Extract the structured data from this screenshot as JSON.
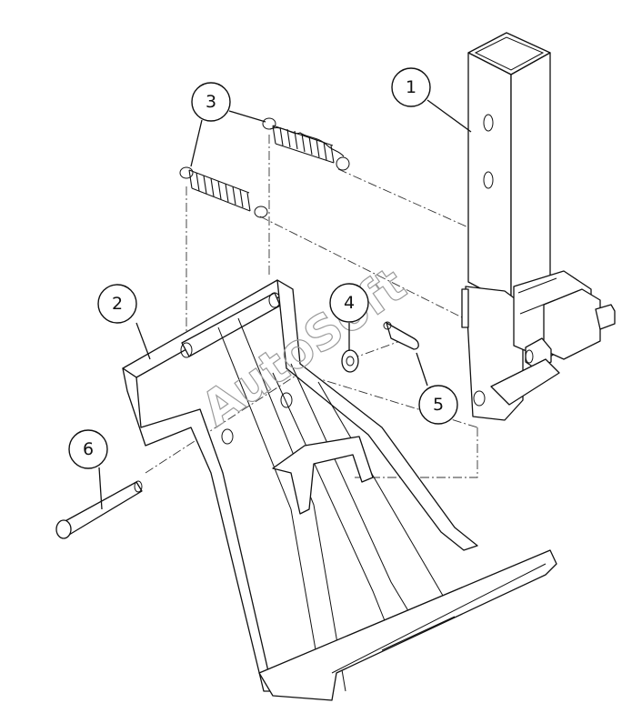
{
  "diagram": {
    "callouts": [
      {
        "id": "1",
        "label": "1"
      },
      {
        "id": "2",
        "label": "2"
      },
      {
        "id": "3",
        "label": "3"
      },
      {
        "id": "4",
        "label": "4"
      },
      {
        "id": "5",
        "label": "5"
      },
      {
        "id": "6",
        "label": "6"
      }
    ],
    "watermark": "AutoSoft",
    "colors": {
      "line": "#111111",
      "watermark": "#9a9a9a",
      "background": "#ffffff"
    }
  }
}
